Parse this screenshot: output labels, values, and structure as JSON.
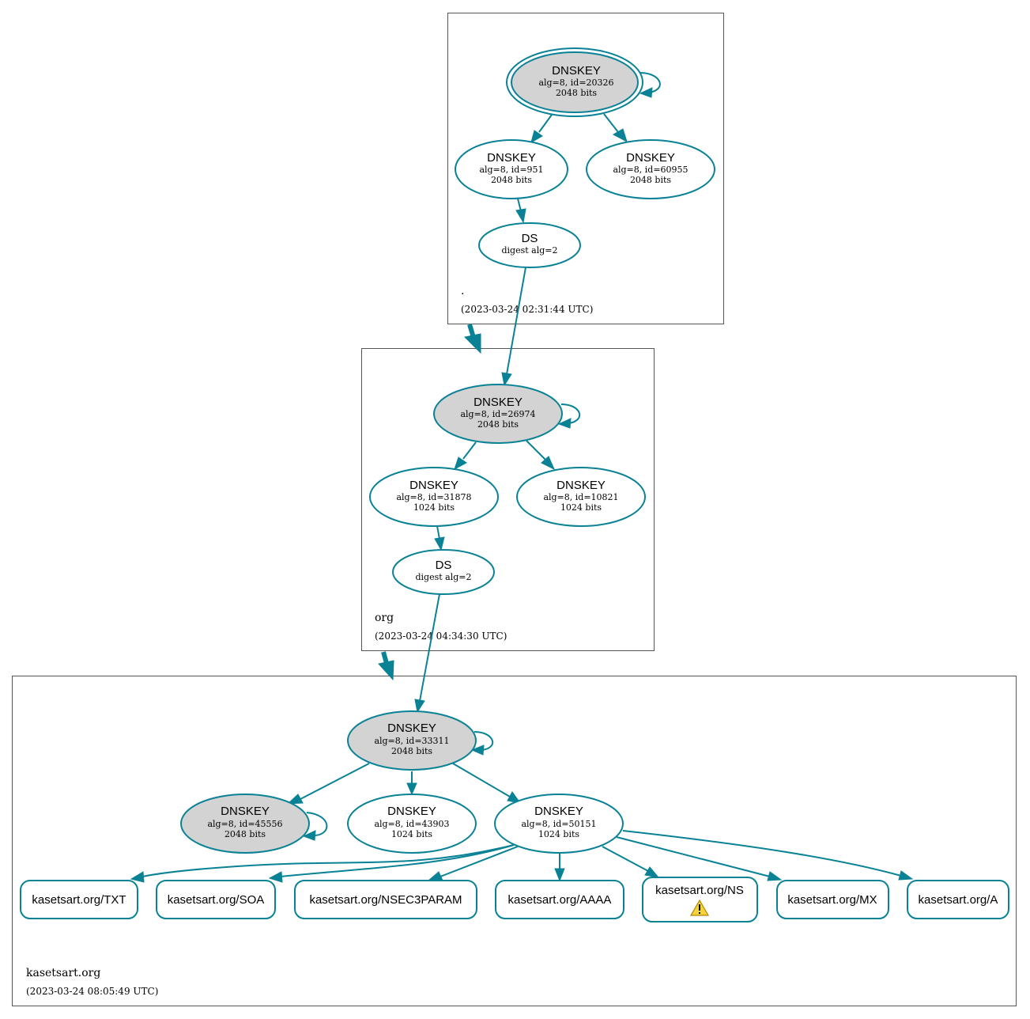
{
  "colors": {
    "edge": "#0a8295",
    "ksk_fill": "#d3d3d3",
    "zone_border": "#555555"
  },
  "zones": {
    "root": {
      "name": ".",
      "timestamp": "(2023-03-24 02:31:44 UTC)"
    },
    "org": {
      "name": "org",
      "timestamp": "(2023-03-24 04:34:30 UTC)"
    },
    "kasetsart": {
      "name": "kasetsart.org",
      "timestamp": "(2023-03-24 08:05:49 UTC)"
    }
  },
  "nodes": {
    "root_ksk": {
      "title": "DNSKEY",
      "line1": "alg=8, id=20326",
      "line2": "2048 bits"
    },
    "root_zsk1": {
      "title": "DNSKEY",
      "line1": "alg=8, id=951",
      "line2": "2048 bits"
    },
    "root_zsk2": {
      "title": "DNSKEY",
      "line1": "alg=8, id=60955",
      "line2": "2048 bits"
    },
    "root_ds": {
      "title": "DS",
      "line1": "digest alg=2"
    },
    "org_ksk": {
      "title": "DNSKEY",
      "line1": "alg=8, id=26974",
      "line2": "2048 bits"
    },
    "org_zsk1": {
      "title": "DNSKEY",
      "line1": "alg=8, id=31878",
      "line2": "1024 bits"
    },
    "org_zsk2": {
      "title": "DNSKEY",
      "line1": "alg=8, id=10821",
      "line2": "1024 bits"
    },
    "org_ds": {
      "title": "DS",
      "line1": "digest alg=2"
    },
    "ks_ksk": {
      "title": "DNSKEY",
      "line1": "alg=8, id=33311",
      "line2": "2048 bits"
    },
    "ks_key1": {
      "title": "DNSKEY",
      "line1": "alg=8, id=45556",
      "line2": "2048 bits"
    },
    "ks_key2": {
      "title": "DNSKEY",
      "line1": "alg=8, id=43903",
      "line2": "1024 bits"
    },
    "ks_key3": {
      "title": "DNSKEY",
      "line1": "alg=8, id=50151",
      "line2": "1024 bits"
    }
  },
  "rrsets": {
    "txt": "kasetsart.org/TXT",
    "soa": "kasetsart.org/SOA",
    "nsec3param": "kasetsart.org/NSEC3PARAM",
    "aaaa": "kasetsart.org/AAAA",
    "ns": "kasetsart.org/NS",
    "mx": "kasetsart.org/MX",
    "a": "kasetsart.org/A"
  },
  "icons": {
    "ns_warning": "warning-icon"
  }
}
